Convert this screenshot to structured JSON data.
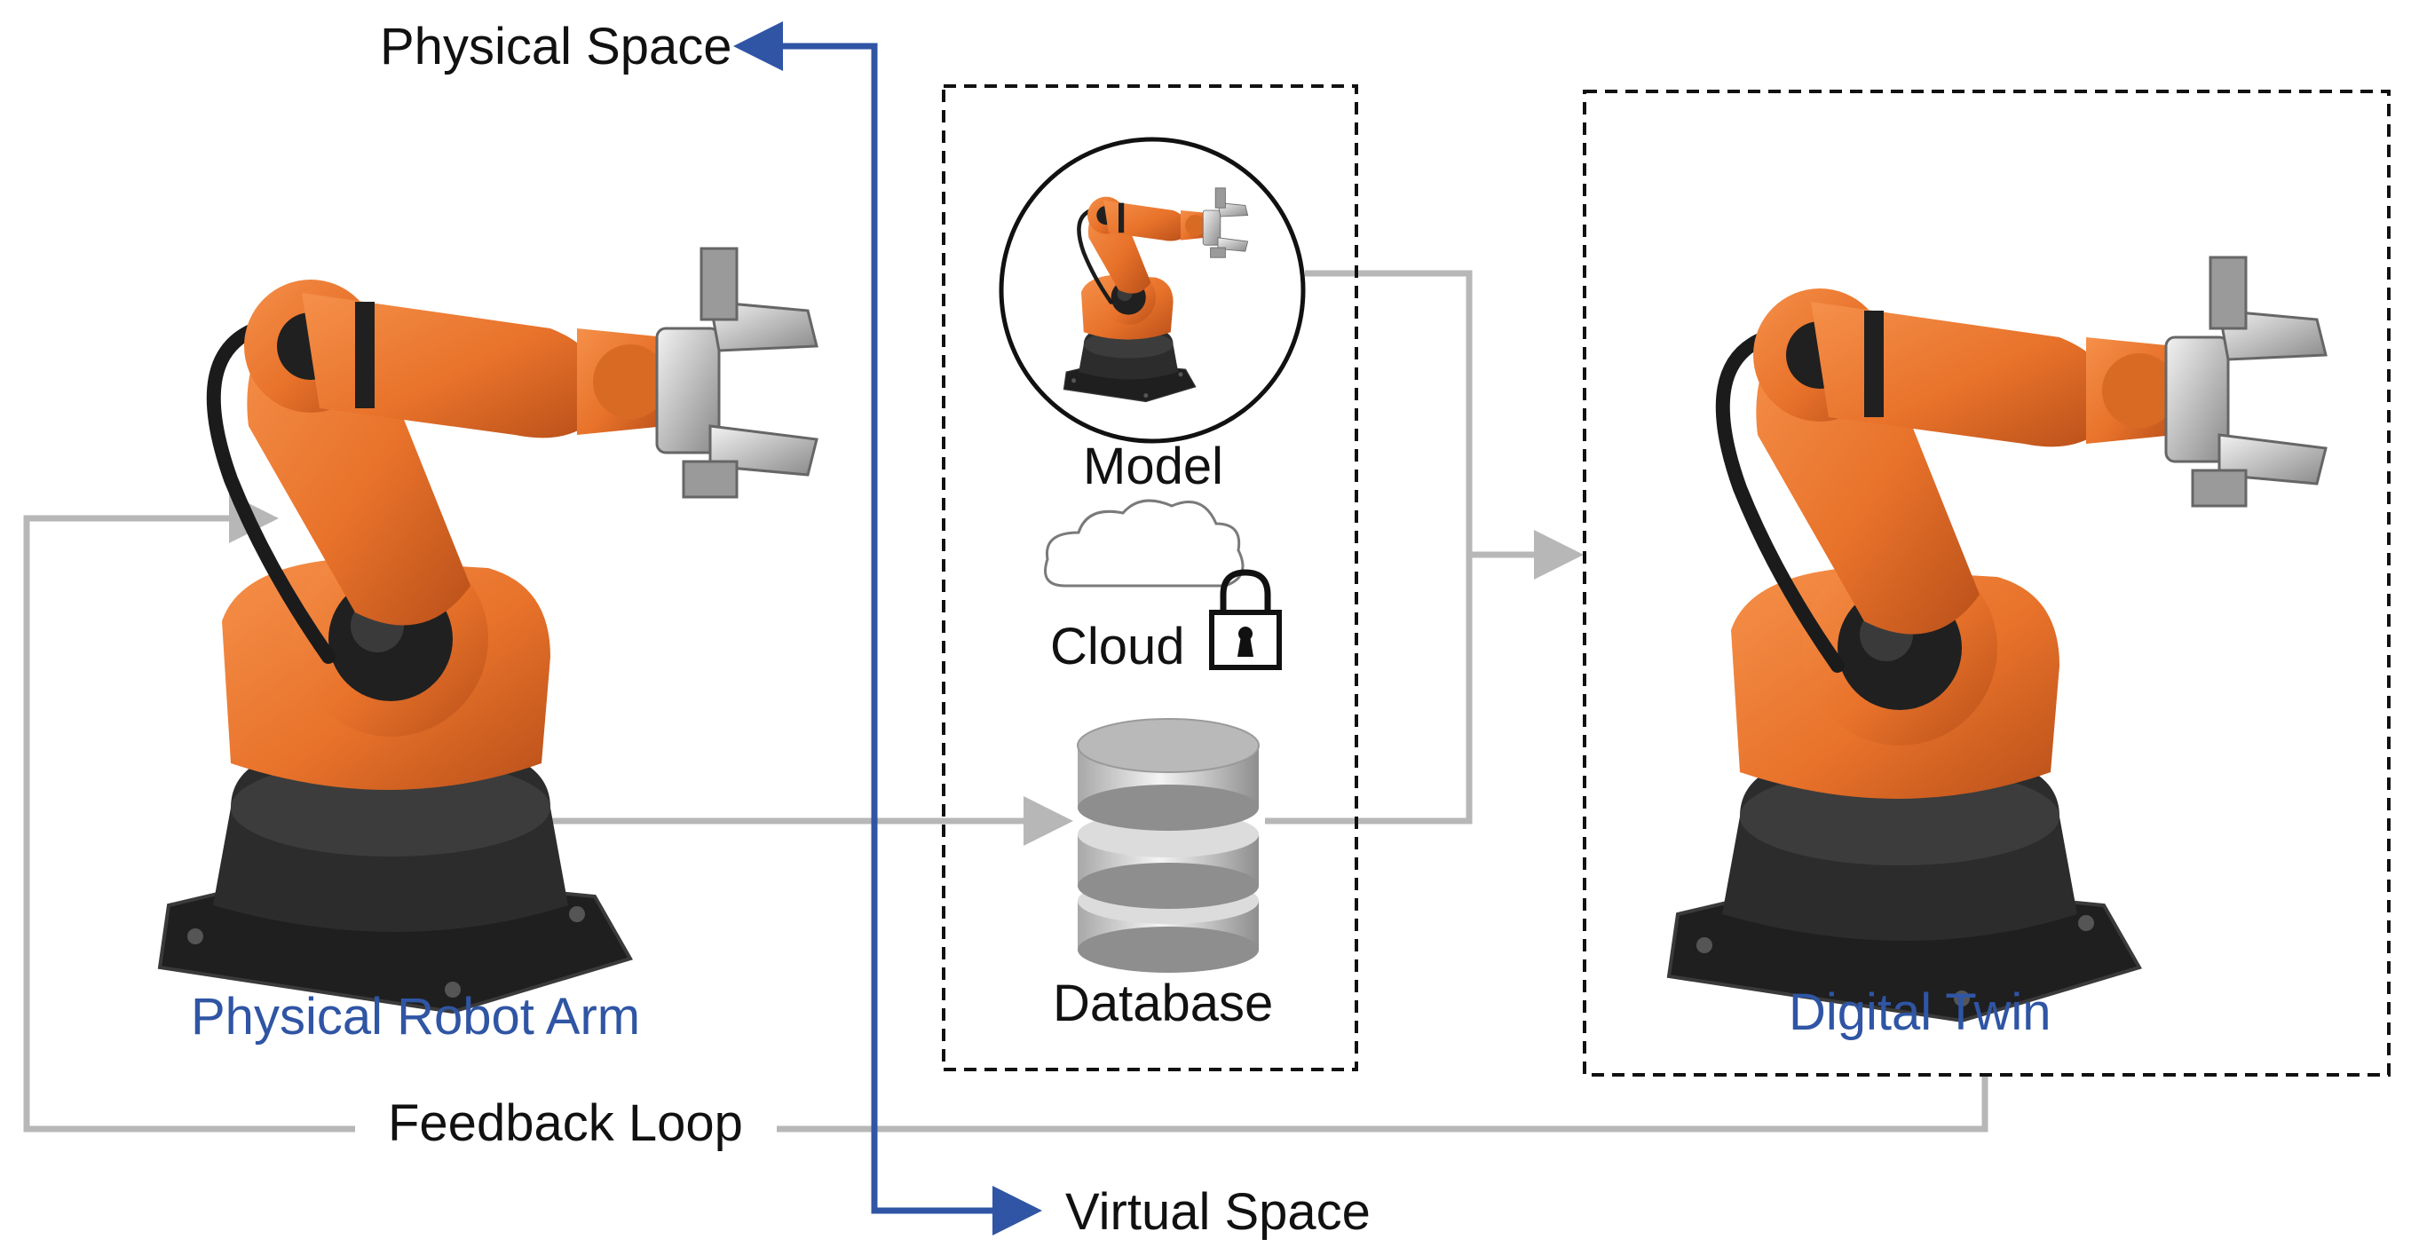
{
  "colors": {
    "space_axis": "#2f55a4",
    "flow_lines": "#b7b7b7",
    "robot_orange": "#e8722a",
    "robot_dark": "#2a2a2a",
    "caption_blue": "#2f55a4",
    "text": "#111111"
  },
  "labels": {
    "physical_space": "Physical Space",
    "virtual_space": "Virtual Space",
    "physical_robot_arm": "Physical Robot Arm",
    "digital_twin": "Digital Twin",
    "model": "Model",
    "cloud": "Cloud",
    "database": "Database",
    "feedback_loop": "Feedback Loop"
  },
  "icons": [
    "robot-arm-icon",
    "cloud-icon",
    "lock-icon",
    "database-icon",
    "robot-arm-model-icon",
    "robot-arm-twin-icon"
  ]
}
